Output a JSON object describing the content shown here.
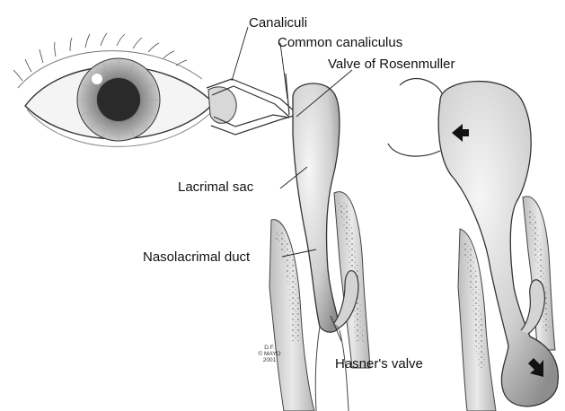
{
  "labels": {
    "canaliculi": "Canaliculi",
    "common_canaliculus": "Common canaliculus",
    "valve_rosenmuller": "Valve of Rosenmuller",
    "lacrimal_sac": "Lacrimal sac",
    "nasolacrimal_duct": "Nasolacrimal duct",
    "hasner_valve": "Hasner's valve"
  },
  "credit": {
    "line1": "D.F.",
    "line2": "© MAYO",
    "line3": "2001"
  },
  "icons": {
    "eye": "eye-icon",
    "arrow_upper": "arrow-upper-left-icon",
    "arrow_lower": "arrow-lower-right-icon"
  },
  "colors": {
    "outline": "#333333",
    "shading": "#9a9a9a",
    "iris": "#6e6e6e"
  }
}
